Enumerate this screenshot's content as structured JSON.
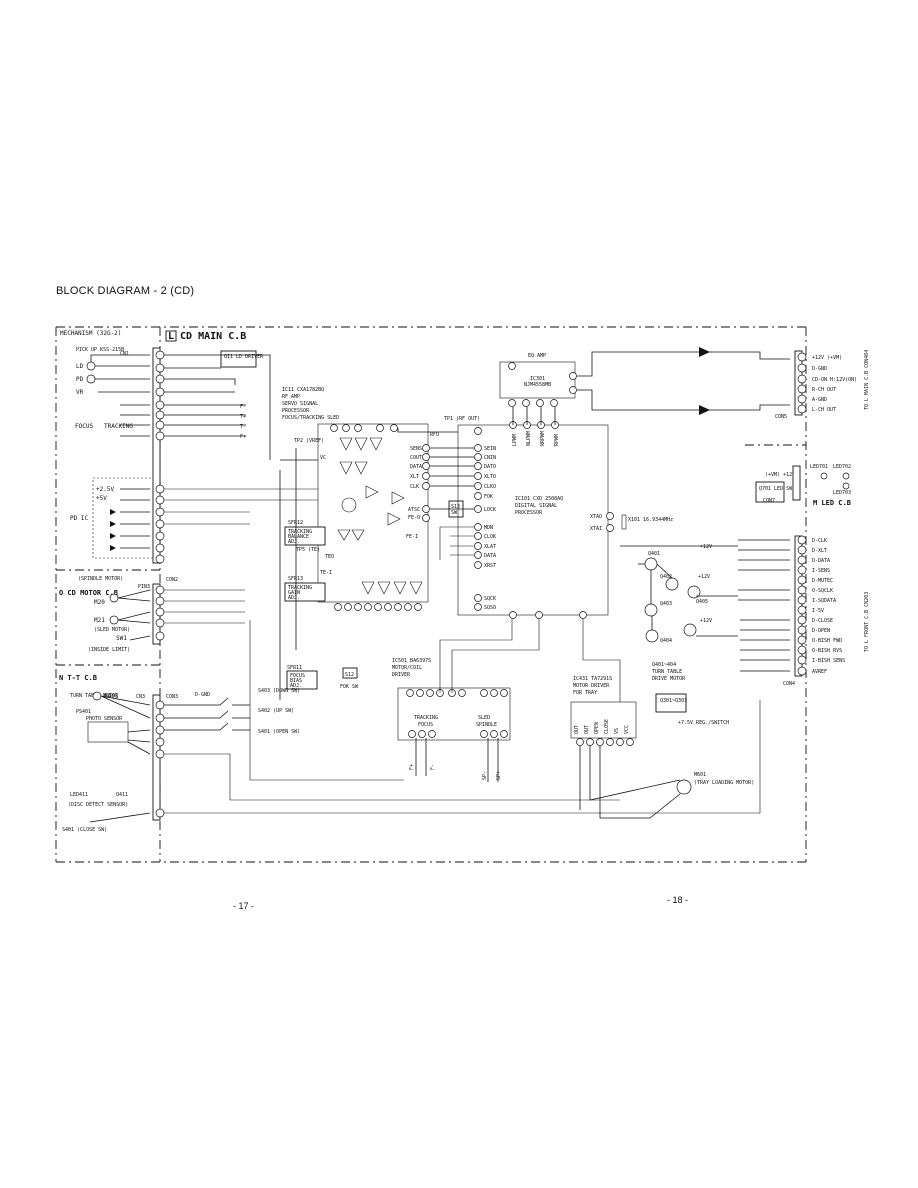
{
  "title": "BLOCK DIAGRAM - 2 (CD)",
  "page_left": "- 17 -",
  "page_right": "- 18 -",
  "boards": {
    "main": "L CD MAIN C.B",
    "motor": "O CD MOTOR C.B",
    "tt": "N T-T C.B",
    "led": "M LED C.B"
  },
  "mechanism": {
    "header": "MECHANISM (32G-2)",
    "pickup": "PICK UP KSS-215B",
    "cn1": "CN1",
    "ld": "LD",
    "pd": "PD",
    "vr": "VR",
    "focus": "FOCUS",
    "tracking": "TRACKING",
    "pd_ic": "PD IC",
    "plus25": "+2.5V",
    "plus5": "+5V"
  },
  "spindle": {
    "label": "(SPINDLE MOTOR)",
    "m20": "M20",
    "m21": "M21",
    "sled": "(SLED MOTOR)",
    "sw1": "SW1",
    "limit": "(INSIDE LIMIT)",
    "pin3": "PIN3",
    "con2": "CON2"
  },
  "tt": {
    "turn_motor": "TURN TABLE MOTOR",
    "m401": "M401",
    "ps401": "PS401",
    "photo": "PHOTO SENSOR",
    "led411": "LED411",
    "q411": "Q411",
    "disc": "(DISC DETECT SENSOR)",
    "s401": "S401 (CLOSE SW)",
    "cn3": "CN3",
    "con3": "CON3"
  },
  "ic": {
    "ic11": [
      "IC11 CXA1782BQ",
      "RF AMP",
      "SERVO SIGNAL",
      "PROCESSOR",
      "FOCUS/TRACKING SLED"
    ],
    "ic101": [
      "IC101 CXD 2508AQ",
      "DIGITAL SIGNAL",
      "PROCESSOR"
    ],
    "eq": "EQ AMP",
    "ic301": [
      "IC301",
      "NJM4558MB"
    ],
    "ic501": [
      "IC501 BA6397S",
      "MOTOR/COIL",
      "DRIVER"
    ],
    "ic431": [
      "IC431 TA7291S",
      "MOTOR DRIVER",
      "FOR TRAY"
    ],
    "q401": [
      "Q401~404",
      "TURN TABLE",
      "DRIVE MOTOR"
    ]
  },
  "misc": {
    "q11": "Q11 LD DRIVER",
    "tp1": "TP1 (RF OUT)",
    "tp2": "TP2 (VREF)",
    "tracking_bal": [
      "TRACKING",
      "BALANCE",
      "ADJ."
    ],
    "tracking_gain": [
      "TRACKING",
      "GAIN",
      "ADJ."
    ],
    "focus_bias": [
      "FOCUS",
      "BIAS",
      "ADJ."
    ],
    "sfr12": "SFR12",
    "sfr13": "SFR13",
    "sfr11": "SFR11",
    "tp5": "TP5 (TE)",
    "s12": "S12",
    "fok_sw": "FOK SW",
    "s13": "S13",
    "sw": "SW",
    "s403": "S403 (DOWN SW)",
    "s402": "S402 (UP SW)",
    "s401": "S401 (OPEN SW)",
    "xtal": "X101 16.9344MHz",
    "m601": "M601",
    "tray": "(TRAY LOADING MOTOR)",
    "q701": "Q701 LED SW",
    "q301": "Q301~Q303",
    "reg": "+7.5V REG./SWITCH"
  },
  "con5": {
    "label": "CON5",
    "pins": [
      "+12V (+VM)",
      "D-GND",
      "CD-ON H:12V(ON)",
      "R-CH OUT",
      "A-GND",
      "L-CH OUT"
    ],
    "to": "TO L MAIN C.B CON404"
  },
  "con4": {
    "label": "CON4",
    "pins": [
      "D-CLK",
      "D-XLT",
      "D-DATA",
      "I-SENS",
      "D-MUTEC",
      "O-SQCLK",
      "I-SQDATA",
      "I-5V",
      "D-CLOSE",
      "D-OPEN",
      "O-BISH FWD",
      "O-BISH RVS",
      "I-BISH SENS",
      "AVREF"
    ],
    "to": "TO L FRONT C.B CN203"
  },
  "led": {
    "con7": "CON7",
    "led701": "LED701",
    "led702": "LED702",
    "led703": "LED703",
    "vm": "(+VM) +12V"
  },
  "ic101_pins": [
    "MDN",
    "CLOK",
    "XLAT",
    "DATA",
    "XRST",
    "SQCK",
    "SQSO",
    "LOCK",
    "CNIN",
    "DATO",
    "XLTO",
    "CLKO",
    "FOK",
    "SEIN"
  ],
  "ic11_pins": [
    "RFO",
    "SENS",
    "COUT",
    "DATA",
    "XLT",
    "CLK",
    "ATSC",
    "FE-O",
    "FE-I",
    "VC",
    "TEO",
    "TE-I"
  ]
}
